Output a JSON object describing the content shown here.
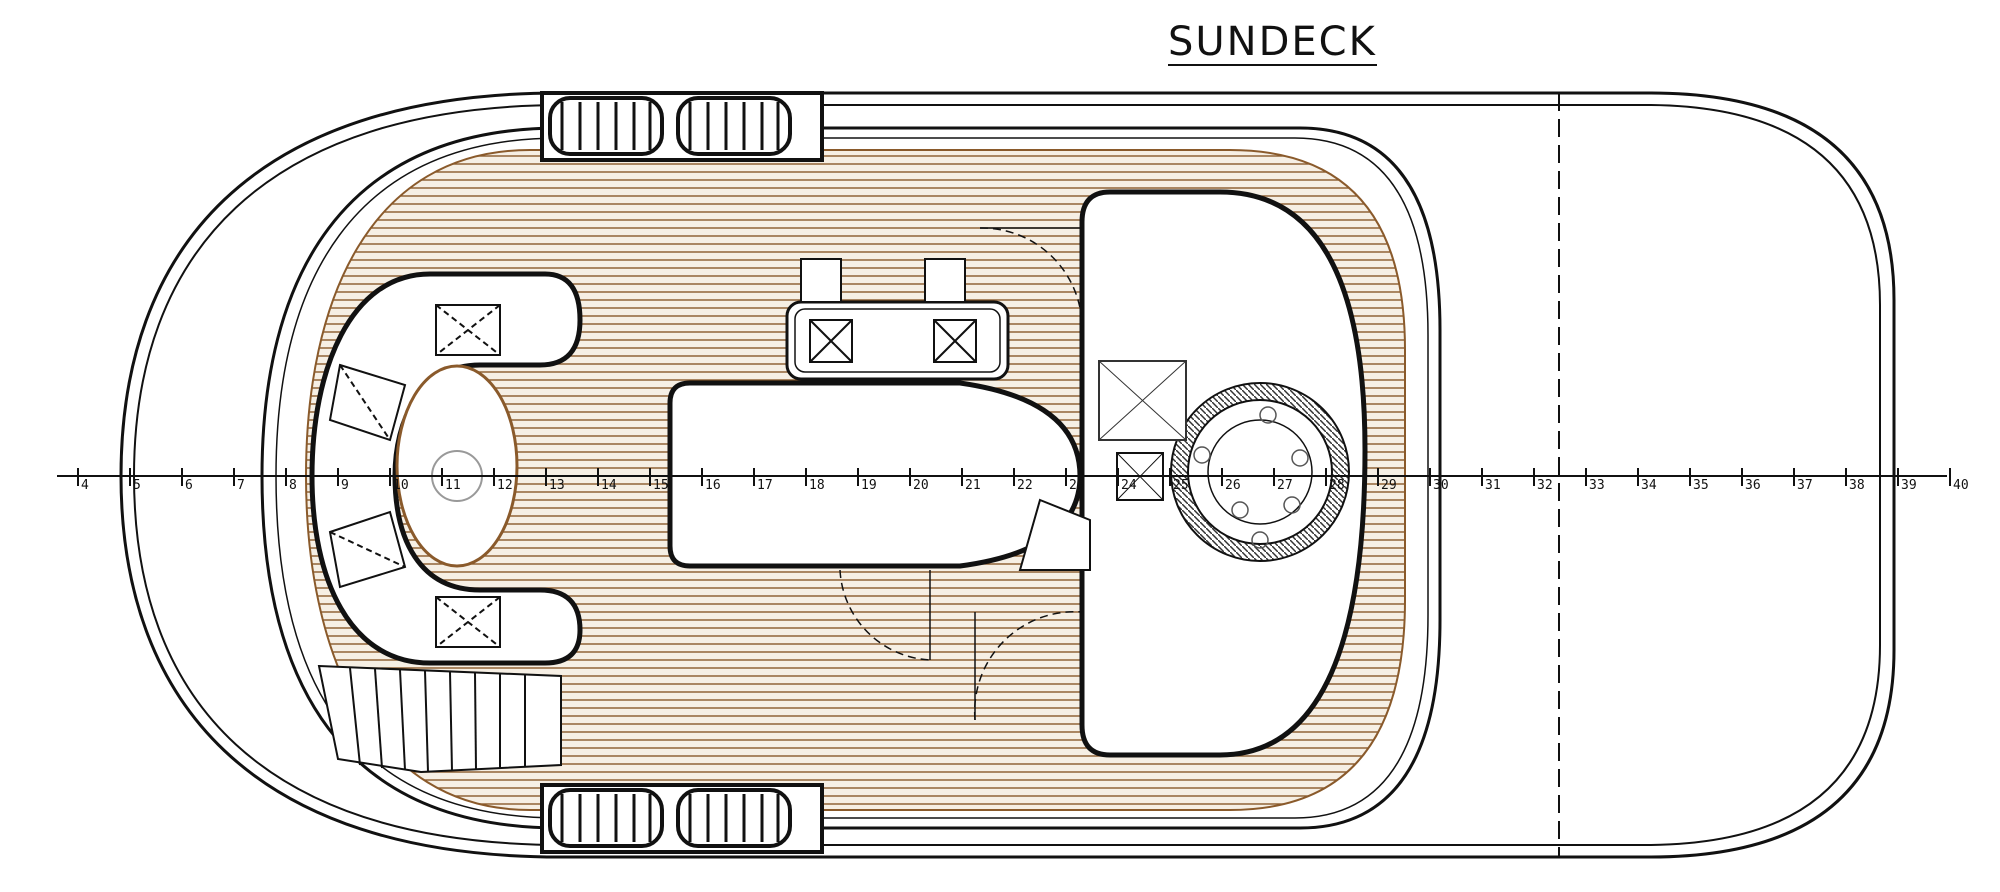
{
  "title": "SUNDECK",
  "frame_axis": {
    "labels": [
      "4",
      "5",
      "6",
      "7",
      "8",
      "9",
      "10",
      "11",
      "12",
      "13",
      "14",
      "15",
      "16",
      "17",
      "18",
      "19",
      "20",
      "21",
      "22",
      "23",
      "24",
      "25",
      "26",
      "27",
      "28",
      "29",
      "30",
      "31",
      "32",
      "33",
      "34",
      "35",
      "36",
      "37",
      "38",
      "39",
      "40"
    ]
  },
  "colors": {
    "deck_hatch": "#8a5a2b",
    "line": "#111111"
  }
}
